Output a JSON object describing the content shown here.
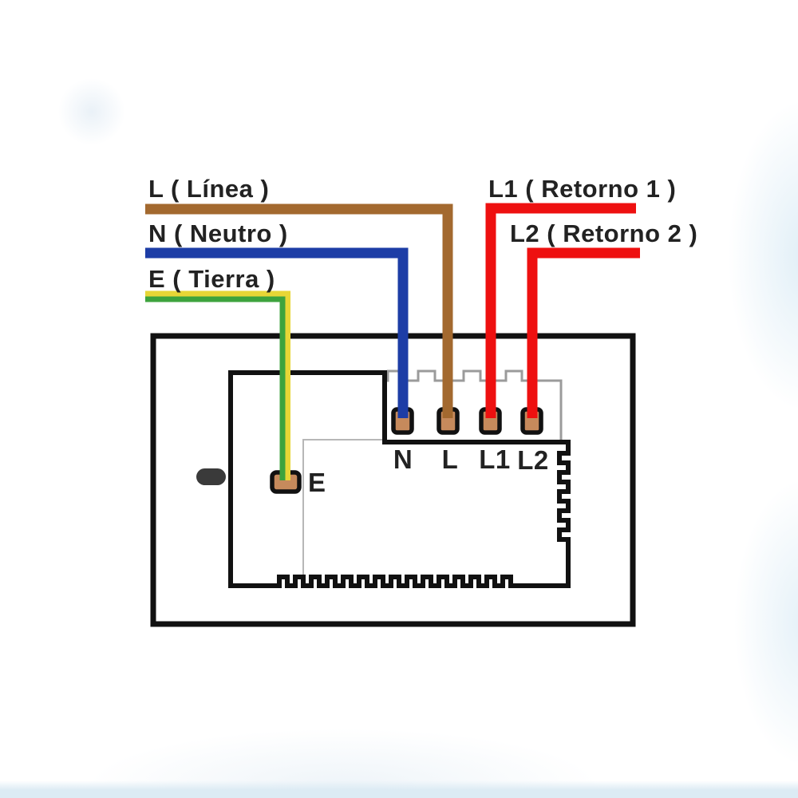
{
  "diagram": {
    "type": "smart-switch wiring diagram",
    "wire_labels": {
      "line": "L ( Línea )",
      "neutral": "N ( Neutro )",
      "earth": "E ( Tierra )",
      "return1": "L1 ( Retorno 1 )",
      "return2": "L2 ( Retorno 2 )"
    },
    "terminal_labels": {
      "n": "N",
      "l": "L",
      "l1": "L1",
      "l2": "L2",
      "e": "E"
    },
    "colors": {
      "line_wire_brown": "#a3692f",
      "neutral_wire_blue": "#1d3da6",
      "earth_wire_green": "#3da33d",
      "earth_wire_yellow": "#e7d636",
      "return_wire_red": "#ee1010",
      "terminal_copper": "#c68a5c",
      "device_outline_black": "#111111",
      "pcb_outline_gray": "#9b9b9b",
      "module_outline_gray": "#b7b7b7",
      "led_button_dark": "#3a3a3a",
      "label_text": "#222222",
      "photo_bottom_band": "#dcebf4"
    }
  }
}
